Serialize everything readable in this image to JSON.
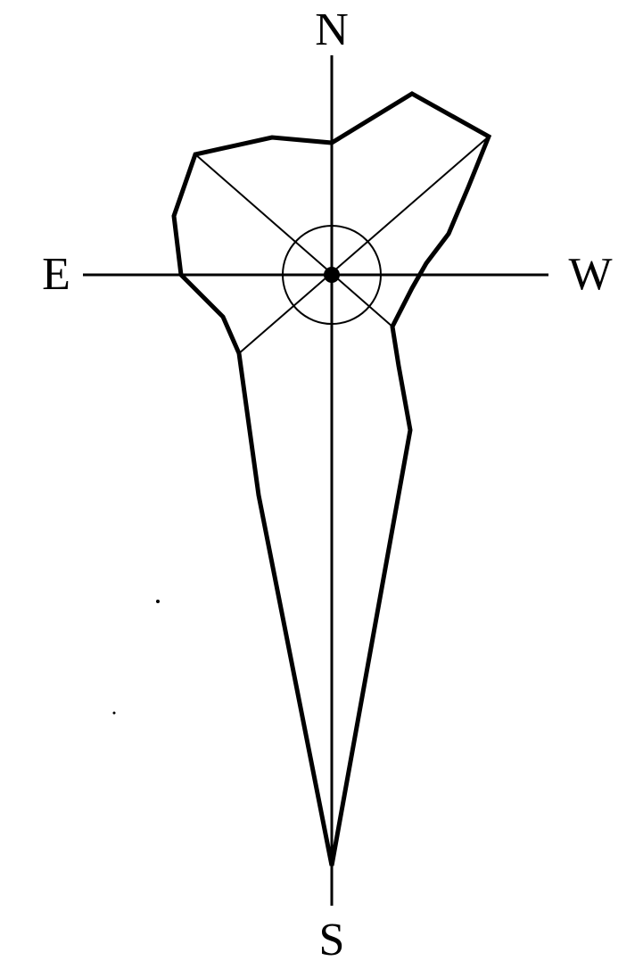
{
  "labels": {
    "north": "N",
    "south": "S",
    "east": "E",
    "west": "W"
  },
  "colors": {
    "ink": "#000000",
    "background": "#ffffff"
  }
}
